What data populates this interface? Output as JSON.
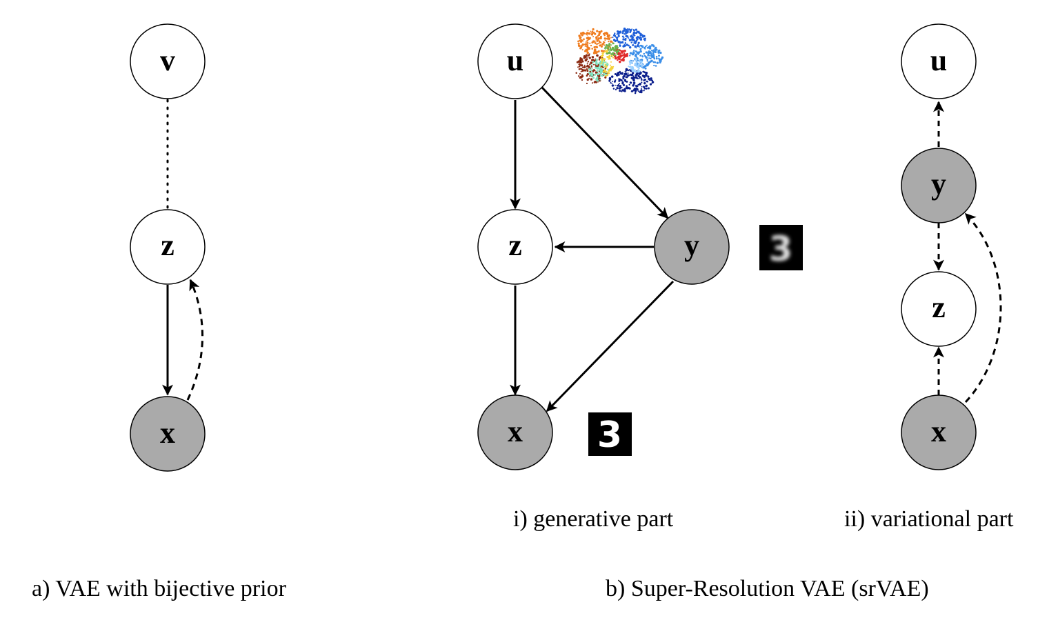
{
  "panel_a": {
    "caption": "a) VAE with bijective prior",
    "nodes": {
      "v": {
        "label": "v",
        "observed": false
      },
      "z": {
        "label": "z",
        "observed": false
      },
      "x": {
        "label": "x",
        "observed": true
      }
    }
  },
  "panel_b": {
    "caption": "b) Super-Resolution VAE (srVAE)",
    "generative": {
      "caption": "i) generative part",
      "nodes": {
        "u": {
          "label": "u",
          "observed": false
        },
        "z": {
          "label": "z",
          "observed": false
        },
        "y": {
          "label": "y",
          "observed": true
        },
        "x": {
          "label": "x",
          "observed": true
        }
      },
      "y_thumbnail_digit": "3",
      "x_thumbnail_digit": "3"
    },
    "variational": {
      "caption": "ii) variational part",
      "nodes": {
        "u": {
          "label": "u",
          "observed": false
        },
        "y": {
          "label": "y",
          "observed": true
        },
        "z": {
          "label": "z",
          "observed": false
        },
        "x": {
          "label": "x",
          "observed": true
        }
      }
    }
  },
  "colors": {
    "observed_fill": "#aaaaaa",
    "latent_fill": "#ffffff",
    "stroke": "#000000",
    "thumbnail_bg": "#000000",
    "scatter_colors": [
      "#ef7c1f",
      "#1f5fd9",
      "#3a8ee8",
      "#0c1f8c",
      "#8b2a12",
      "#f5d23a",
      "#7fe3c0",
      "#e02a2a",
      "#6ab04c",
      "#9ad0ff"
    ]
  }
}
